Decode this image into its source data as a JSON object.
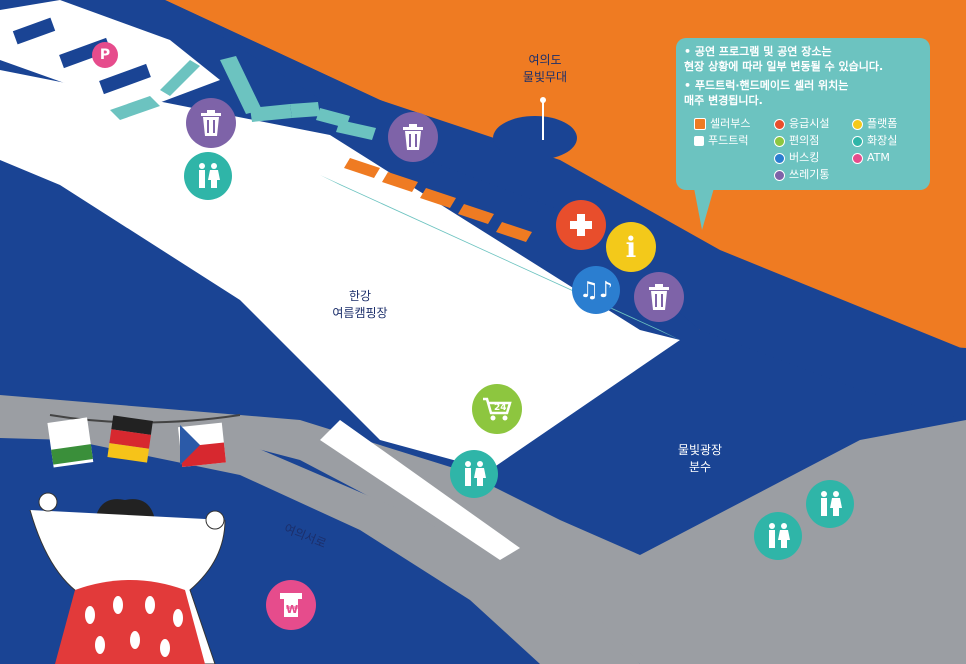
{
  "labels": {
    "stage": "여의도\n물빛무대",
    "camping": "한강\n여름캠핑장",
    "fountain": "물빛광장\n분수",
    "road": "여의서로"
  },
  "notes": [
    "• 공연 프로그램 및 공연 장소는\n  현장 상황에 따라 일부 변동될 수 있습니다.",
    "• 푸드트럭·핸드메이드 셀러 위치는\n  매주 변경됩니다."
  ],
  "legend": {
    "seller_booth": "셀러부스",
    "food_truck": "푸드트럭",
    "first_aid": "응급시설",
    "convenience": "편의점",
    "busking": "버스킹",
    "trash": "쓰레기통",
    "flat_form": "플랫폼",
    "restroom": "화장실",
    "atm": "ATM"
  },
  "map_text": {
    "parking": "P",
    "convenience_24": "24",
    "atm_symbol": "₩",
    "info": "i"
  },
  "colors": {
    "water": "#1a4494",
    "land": "#ffffff",
    "orange_area": "#ef7b22",
    "road": "#9b9ea3",
    "teal_path": "#6cc3c0",
    "seller_booth": "#ef7b22",
    "first_aid": "#e84e2c",
    "convenience": "#8dc63f",
    "busking": "#2b7ed0",
    "trash": "#7e63a8",
    "flat_form": "#f3c91a",
    "restroom": "#2fb5a8",
    "atm": "#e64c8c",
    "parking": "#e64c8c"
  }
}
